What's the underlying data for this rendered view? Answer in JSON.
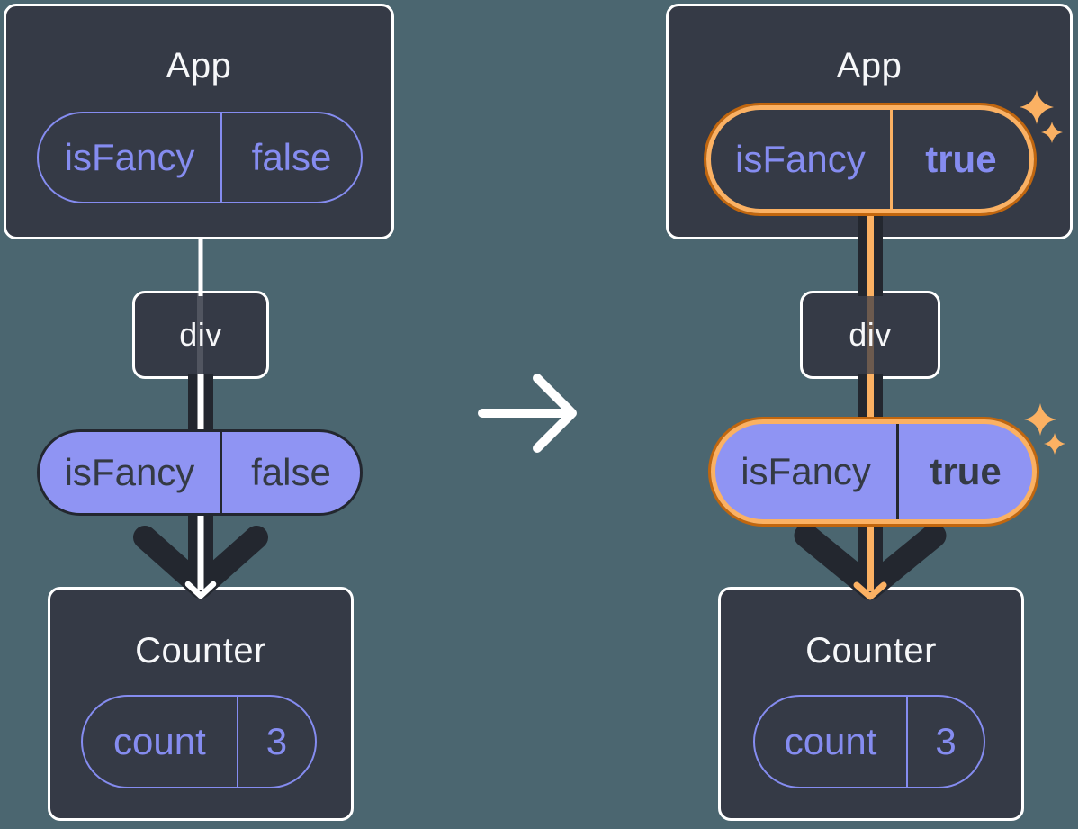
{
  "before": {
    "app": {
      "title": "App",
      "prop_name": "isFancy",
      "prop_value": "false"
    },
    "div_label": "div",
    "passed_prop_name": "isFancy",
    "passed_prop_value": "false",
    "counter": {
      "title": "Counter",
      "state_name": "count",
      "state_value": "3"
    }
  },
  "after": {
    "app": {
      "title": "App",
      "prop_name": "isFancy",
      "prop_value": "true"
    },
    "div_label": "div",
    "passed_prop_name": "isFancy",
    "passed_prop_value": "true",
    "counter": {
      "title": "Counter",
      "state_name": "count",
      "state_value": "3"
    }
  },
  "icons": {
    "transition_arrow": "→",
    "sparkle": "✦"
  },
  "colors": {
    "background": "#4B6670",
    "node_fill": "#353A46",
    "node_border": "#FFFFFF",
    "ink_dark": "#23272F",
    "purple": "#858CF0",
    "purple_fill": "#8F94F3",
    "orange_dark": "#C1660E",
    "orange_light": "#FBB163",
    "text_light": "#F6F7F9",
    "dark_text": "#343A44"
  }
}
